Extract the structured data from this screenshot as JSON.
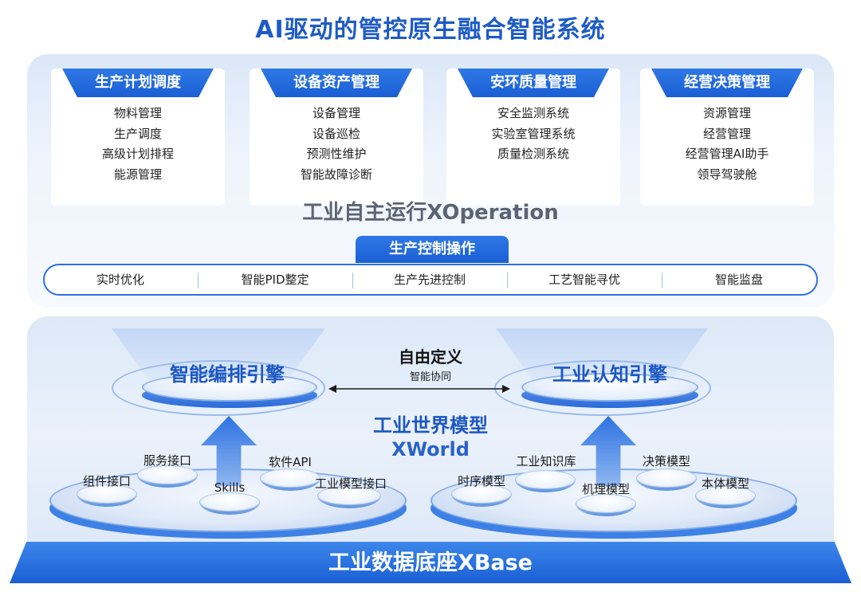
{
  "title": "AI驱动的管控原生融合智能系统",
  "modules": [
    {
      "name": "生产计划调度",
      "items": [
        "物料管理",
        "生产调度",
        "高级计划排程",
        "能源管理"
      ]
    },
    {
      "name": "设备资产管理",
      "items": [
        "设备管理",
        "设备巡检",
        "预测性维护",
        "智能故障诊断"
      ]
    },
    {
      "name": "安环质量管理",
      "items": [
        "安全监测系统",
        "实验室管理系统",
        "质量检测系统"
      ]
    },
    {
      "name": "经营决策管理",
      "items": [
        "资源管理",
        "经营管理",
        "经营管理AI助手",
        "领导驾驶舱"
      ]
    }
  ],
  "xoperation": "工业自主运行XOperation",
  "control": {
    "title": "生产控制操作",
    "items": [
      "实时优化",
      "智能PID整定",
      "生产先进控制",
      "工艺智能寻优",
      "智能监盘"
    ]
  },
  "engines": {
    "left": "智能编排引擎",
    "right": "工业认知引擎"
  },
  "link": {
    "title": "自由定义",
    "subtitle": "智能协同"
  },
  "world": {
    "title": "工业世界模型",
    "name": "XWorld"
  },
  "left_nodes": [
    "组件接口",
    "服务接口",
    "Skills",
    "软件API",
    "工业模型接口"
  ],
  "right_nodes": [
    "时序模型",
    "工业知识库",
    "机理模型",
    "决策模型",
    "本体模型"
  ],
  "base": "工业数据底座XBase",
  "colors": {
    "primary": "#1a5fd4",
    "title": "#1e5bc6",
    "panel": "#e6eefa"
  }
}
